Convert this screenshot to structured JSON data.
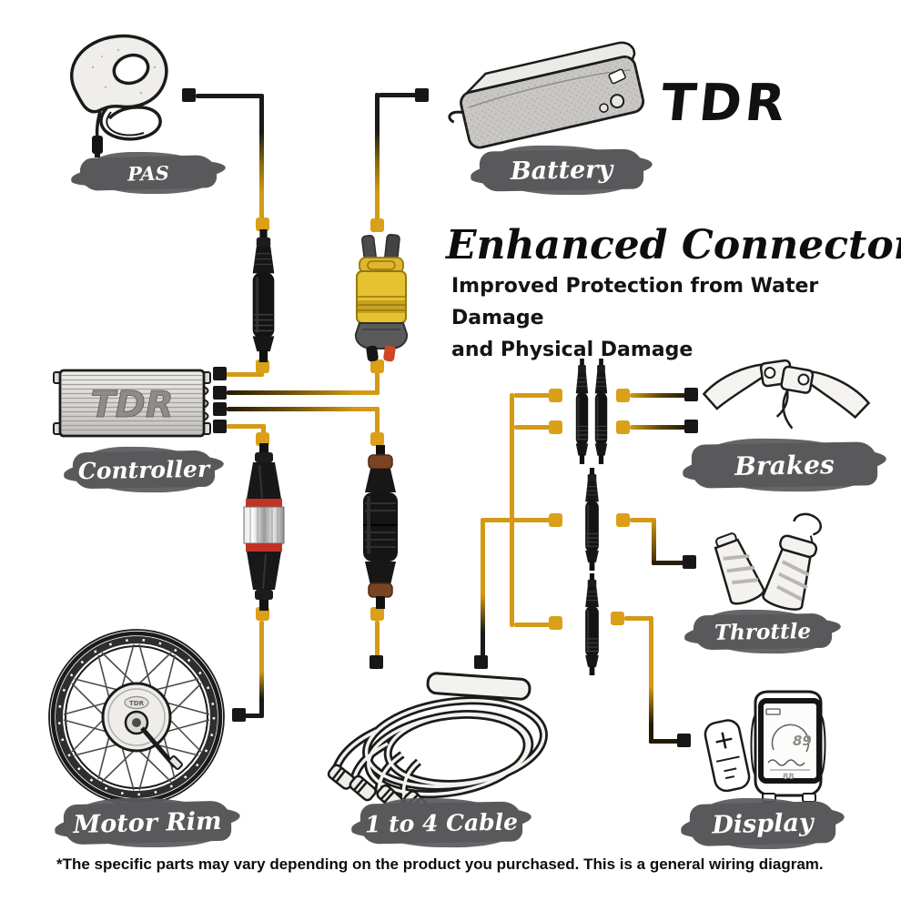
{
  "page": {
    "background": "#FFFFFF"
  },
  "brand": {
    "logo_text": "TDR"
  },
  "heading": {
    "title": "Enhanced Connectors",
    "subtitle_line1": "Improved Protection from Water Damage",
    "subtitle_line2": "and Physical Damage"
  },
  "components": {
    "pas": {
      "label": "PAS"
    },
    "battery": {
      "label": "Battery"
    },
    "controller": {
      "label": "Controller",
      "marking": "TDR"
    },
    "motor_rim": {
      "label": "Motor Rim",
      "hub_marking": "TDR"
    },
    "cable_1to4": {
      "label": "1 to 4 Cable"
    },
    "brakes": {
      "label": "Brakes"
    },
    "throttle": {
      "label": "Throttle"
    },
    "display": {
      "label": "Display",
      "screen_readout_main": "89",
      "screen_readout_bottom": "88"
    }
  },
  "footnote": "*The specific parts may vary depending on the product you purchased. This is a general wiring diagram.",
  "icons": {
    "wire_node_gold": "rounded gold square",
    "wire_node_black": "rounded black square",
    "inline_connector": "black waterproof julet connector",
    "battery_connector": "yellow XT90 connector",
    "motor_connector": "black-red-chrome cable connector"
  },
  "colors": {
    "wire_gold": "#D49A16",
    "wire_black": "#1A1A1A",
    "node_gold": "#D9A018",
    "node_black": "#171717",
    "label_background": "#59595C",
    "label_text": "#FFFFFF",
    "xt90_yellow": "#E6C231",
    "connector_red_ring": "#C23326",
    "connector_brown_ring": "#7A4423",
    "heading_text": "#111111"
  }
}
